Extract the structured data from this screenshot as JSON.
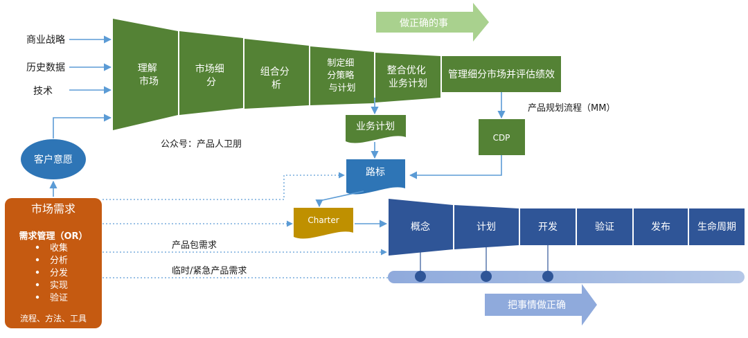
{
  "inputs": [
    "商业战略",
    "历史数据",
    "技术"
  ],
  "customer_wish": "客户意愿",
  "mm_steps": [
    [
      "理解",
      "市场"
    ],
    [
      "市场细",
      "分"
    ],
    [
      "组合分",
      "析"
    ],
    [
      "制定细",
      "分策略",
      "与计划"
    ],
    [
      "整合优化",
      "业务计划"
    ],
    [
      "管理细分市场并评估绩效"
    ]
  ],
  "do_right_things": "做正确的事",
  "mm_label": "产品规划流程（MM）",
  "watermark": "公众号：产品人卫朋",
  "business_plan": "业务计划",
  "cdp": "CDP",
  "roadmap": "路标",
  "charter": "Charter",
  "market_demand": {
    "title": "市场需求",
    "subtitle": "需求管理（OR）",
    "items": [
      "收集",
      "分析",
      "分发",
      "实现",
      "验证"
    ],
    "footer": "流程、方法、工具"
  },
  "ipd_steps": [
    "概念",
    "计划",
    "开发",
    "验证",
    "发布",
    "生命周期"
  ],
  "package_demand": "产品包需求",
  "urgent_demand": "临时/紧急产品需求",
  "do_things_right": "把事情做正确",
  "colors": {
    "green": "#548235",
    "navy": "#2F5597",
    "blue": "#2E75B6",
    "gold": "#BF9000",
    "orange": "#C55A11",
    "light_green": "#A9D18E",
    "light_blue": "#8FAADC",
    "connector": "#5B9BD5"
  }
}
